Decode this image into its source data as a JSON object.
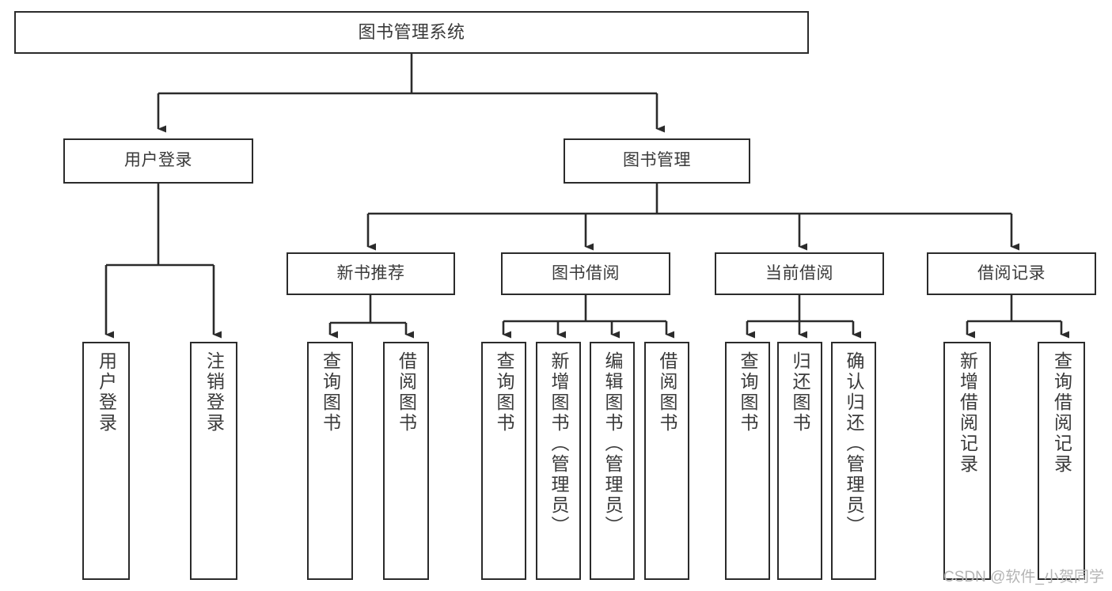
{
  "diagram": {
    "title": "图书管理系统",
    "type": "hierarchy-tree",
    "colors": {
      "background": "#ffffff",
      "box_border": "#2b2b2b",
      "box_fill": "#ffffff",
      "text": "#3a3a3a",
      "connector": "#2b2b2b",
      "watermark": "#b4b4b4"
    },
    "root": {
      "label": "图书管理系统"
    },
    "level2": [
      {
        "label": "用户登录"
      },
      {
        "label": "图书管理"
      }
    ],
    "level3": [
      {
        "label": "新书推荐"
      },
      {
        "label": "图书借阅"
      },
      {
        "label": "当前借阅"
      },
      {
        "label": "借阅记录"
      }
    ],
    "leaves": {
      "user_login": [
        {
          "label": "用户登录"
        },
        {
          "label": "注销登录"
        }
      ],
      "new_book_recommend": [
        {
          "label": "查询图书"
        },
        {
          "label": "借阅图书"
        }
      ],
      "book_borrow": [
        {
          "label": "查询图书"
        },
        {
          "label": "新增图书（管理员）"
        },
        {
          "label": "编辑图书（管理员）"
        },
        {
          "label": "借阅图书"
        }
      ],
      "current_borrow": [
        {
          "label": "查询图书"
        },
        {
          "label": "归还图书"
        },
        {
          "label": "确认归还（管理员）"
        }
      ],
      "borrow_record": [
        {
          "label": "新增借阅记录"
        },
        {
          "label": "查询借阅记录"
        }
      ]
    }
  },
  "watermark": {
    "text": "CSDN @软件_小贺同学"
  }
}
